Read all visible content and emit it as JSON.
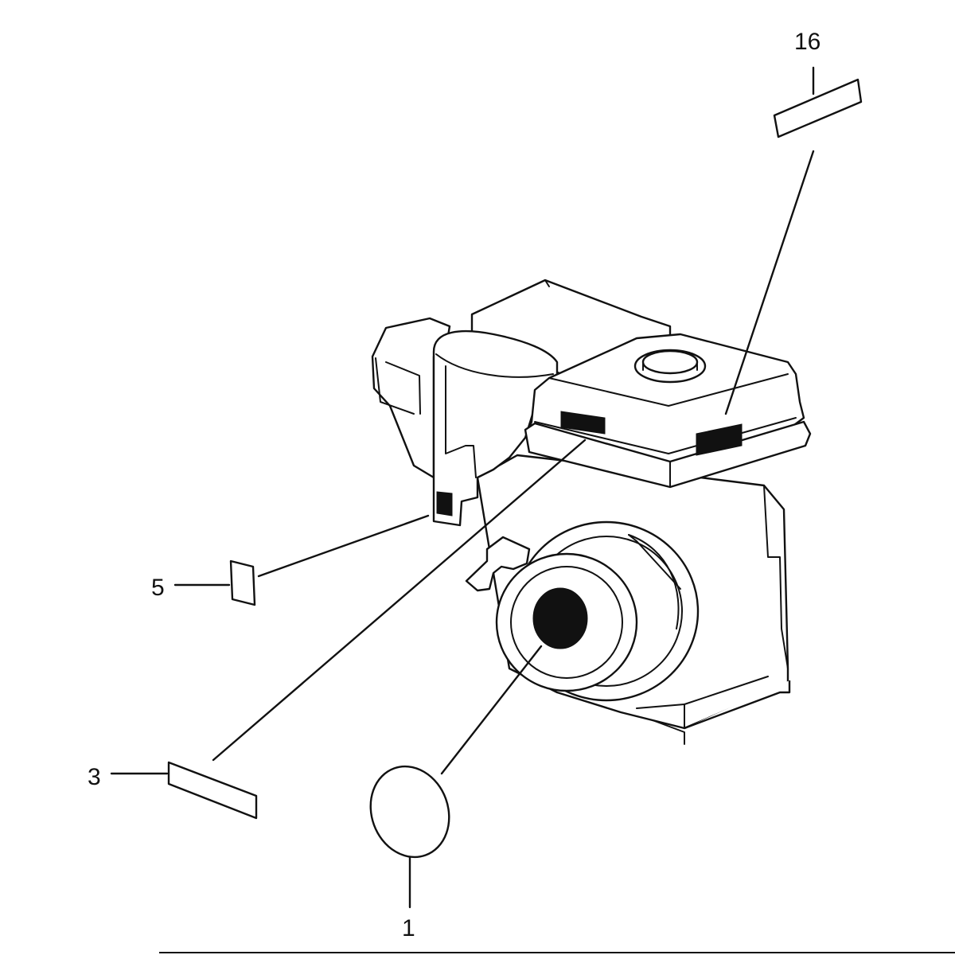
{
  "callouts": [
    {
      "id": "label-16",
      "text": "16"
    },
    {
      "id": "label-5",
      "text": "5"
    },
    {
      "id": "label-3",
      "text": "3"
    },
    {
      "id": "label-1",
      "text": "1"
    }
  ]
}
